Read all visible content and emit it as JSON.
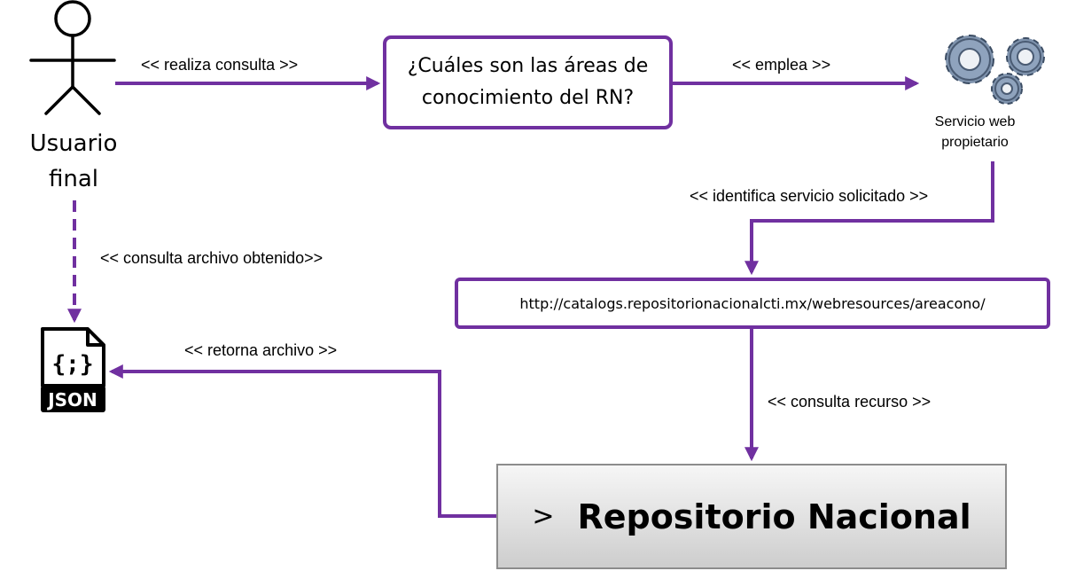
{
  "actor": {
    "line1": "Usuario",
    "line2": "final"
  },
  "edges": {
    "realiza": "<< realiza consulta >>",
    "emplea": "<< emplea >>",
    "identifica": "<< identifica servicio solicitado >>",
    "consulta_archivo": "<< consulta archivo obtenido>>",
    "retorna": "<< retorna archivo >>",
    "consulta_recurso": "<< consulta recurso >>"
  },
  "question": {
    "line1": "¿Cuáles son las áreas de",
    "line2": "conocimiento del RN?"
  },
  "service": {
    "line1": "Servicio web",
    "line2": "propietario",
    "icon": "gears-icon"
  },
  "url": "http://catalogs.repositorionacionalcti.mx/webresources/areacono/",
  "json_file": {
    "label": "JSON",
    "glyph": "{;}",
    "icon": "json-file-icon"
  },
  "repository": {
    "prompt": ">",
    "title": "Repositorio Nacional"
  },
  "colors": {
    "connector": "#7030a0",
    "outline": "#000000"
  }
}
